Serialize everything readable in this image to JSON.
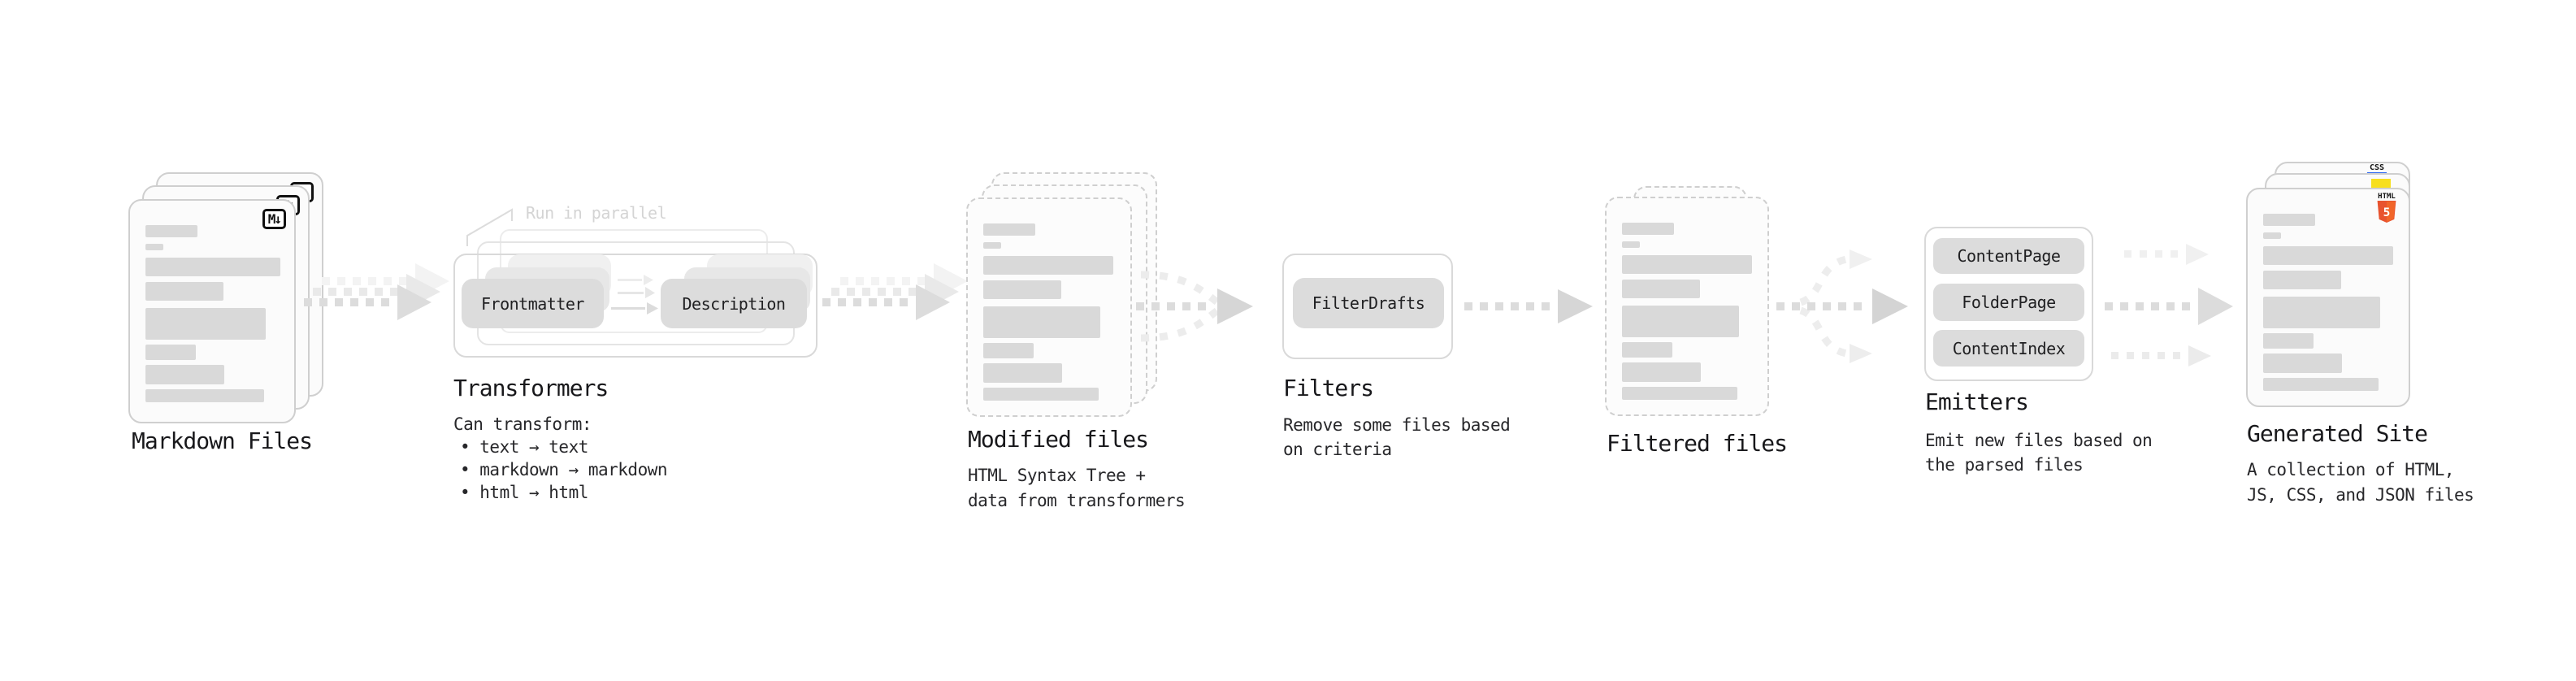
{
  "stages": {
    "markdown": {
      "title": "Markdown Files",
      "badge": "M↓"
    },
    "transformers": {
      "title": "Transformers",
      "note": "Run in parallel",
      "pill_left": "Frontmatter",
      "pill_right": "Description",
      "desc_heading": "Can transform:",
      "bullets": [
        "• text → text",
        "• markdown → markdown",
        "• html → html"
      ]
    },
    "modified": {
      "title": "Modified files",
      "subtitle_lines": [
        "HTML Syntax Tree +",
        "data from transformers"
      ]
    },
    "filters": {
      "title": "Filters",
      "pill": "FilterDrafts",
      "subtitle_lines": [
        "Remove some files based",
        "on criteria"
      ]
    },
    "filtered": {
      "title": "Filtered files"
    },
    "emitters": {
      "title": "Emitters",
      "pills": [
        "ContentPage",
        "FolderPage",
        "ContentIndex"
      ],
      "subtitle_lines": [
        "Emit new files based on",
        "the parsed files"
      ]
    },
    "generated": {
      "title": "Generated Site",
      "subtitle_lines": [
        "A collection of HTML,",
        "JS, CSS, and JSON files"
      ],
      "badges": {
        "css_label": "CSS",
        "html_label": "HTML",
        "html_number": "5"
      }
    }
  },
  "colors": {
    "background": "#ffffff",
    "card_border": "#cfcfcf",
    "skeleton_bar": "#d9d9d9",
    "pill_gray": "#dcdcdc",
    "arrow_gray": "#dcdcdc",
    "faint_gray": "#ededed",
    "html5_orange": "#e8532f",
    "js_yellow": "#f7df1e",
    "css_blue": "#2965f1"
  }
}
